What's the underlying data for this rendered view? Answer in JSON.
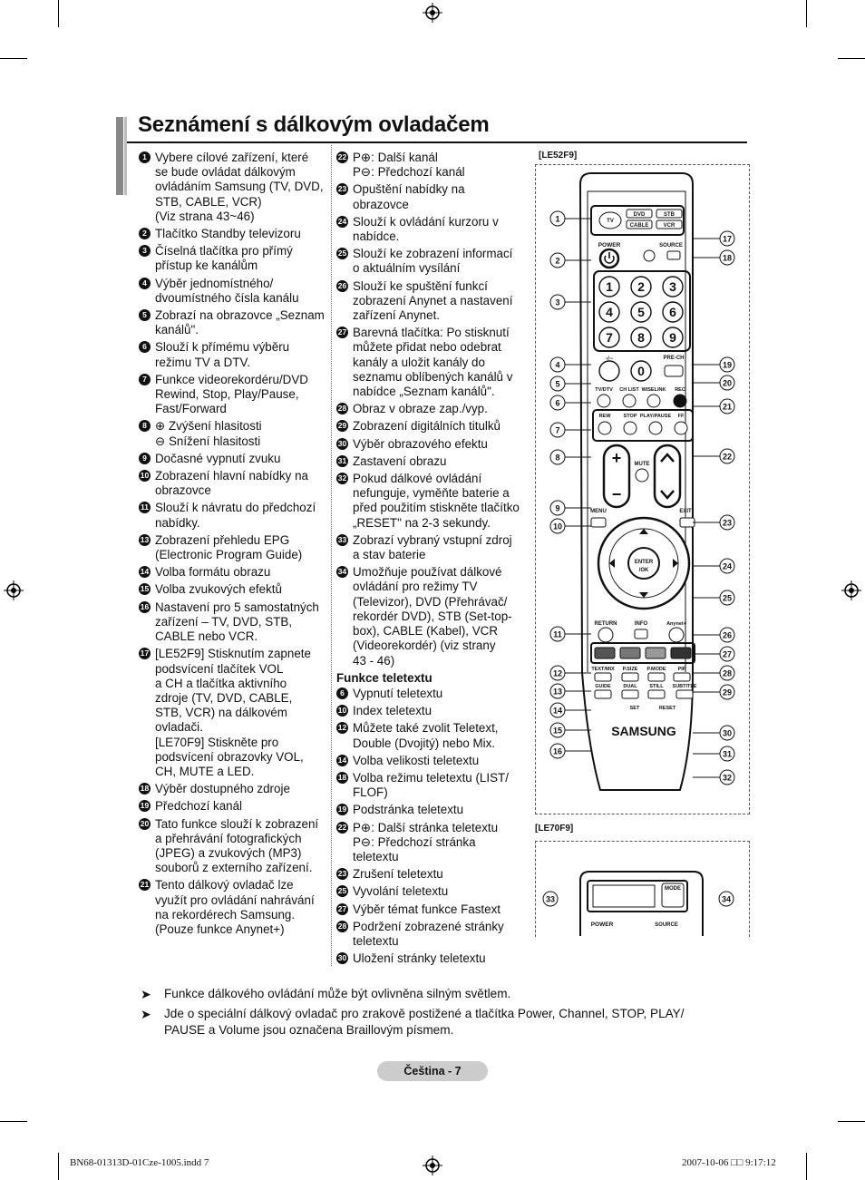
{
  "page": {
    "title": "Seznámení s dálkovým ovladačem",
    "model_top": "[LE52F9]",
    "model_bottom": "[LE70F9]",
    "page_label": "Čeština - 7",
    "footer_file": "BN68-01313D-01Cze-1005.indd   7",
    "footer_date": "2007-10-06   □□ 9:17:12"
  },
  "col1": [
    {
      "n": "1",
      "t": "Vybere cílové zařízení, které\nse bude ovládat dálkovým\novládáním Samsung (TV, DVD,\nSTB, CABLE, VCR)\n(Viz strana 43~46)"
    },
    {
      "n": "2",
      "t": "Tlačítko Standby televizoru"
    },
    {
      "n": "3",
      "t": "Číselná tlačítka pro přímý\npřístup ke kanálům"
    },
    {
      "n": "4",
      "t": "Výběr jednomístného/\ndvoumístného čísla kanálu"
    },
    {
      "n": "5",
      "t": "Zobrazí na obrazovce „Seznam\nkanálů\"."
    },
    {
      "n": "6",
      "t": "Slouží k přímému výběru\nrežimu TV a DTV."
    },
    {
      "n": "7",
      "t": "Funkce videorekordéru/DVD\nRewind, Stop, Play/Pause,\nFast/Forward"
    },
    {
      "n": "8",
      "t": "⊕ Zvýšení hlasitosti\n⊖ Snížení hlasitosti"
    },
    {
      "n": "9",
      "t": "Dočasné vypnutí zvuku"
    },
    {
      "n": "10",
      "t": "Zobrazení hlavní nabídky na\nobrazovce"
    },
    {
      "n": "11",
      "t": "Slouží k návratu do předchozí\nnabídky."
    },
    {
      "n": "13",
      "t": "Zobrazení přehledu EPG\n(Electronic Program Guide)"
    },
    {
      "n": "14",
      "t": "Volba formátu obrazu"
    },
    {
      "n": "15",
      "t": "Volba zvukových efektů"
    },
    {
      "n": "16",
      "t": "Nastavení pro 5 samostatných\nzařízení – TV, DVD, STB,\nCABLE nebo VCR."
    },
    {
      "n": "17",
      "t": "[LE52F9] Stisknutím zapnete\npodsvícení tlačítek VOL\na CH a tlačítka aktivního\nzdroje (TV, DVD, CABLE,\nSTB, VCR) na dálkovém\novladači.\n[LE70F9] Stiskněte pro\npodsvícení obrazovky VOL,\nCH, MUTE a LED."
    },
    {
      "n": "18",
      "t": "Výběr dostupného zdroje"
    },
    {
      "n": "19",
      "t": "Předchozí kanál"
    },
    {
      "n": "20",
      "t": "Tato funkce slouží k zobrazení\na přehrávání fotografických\n(JPEG) a zvukových (MP3)\nsouborů z externího zařízení."
    },
    {
      "n": "21",
      "t": "Tento dálkový ovladač lze\nvyužít pro ovládání nahrávání\nna rekordérech Samsung.\n(Pouze funkce Anynet+)"
    }
  ],
  "col2": [
    {
      "n": "22",
      "t": "P⊕: Další kanál\nP⊖: Předchozí kanál"
    },
    {
      "n": "23",
      "t": "Opuštění nabídky na\nobrazovce"
    },
    {
      "n": "24",
      "t": "Slouží k ovládání kurzoru v\nnabídce."
    },
    {
      "n": "25",
      "t": "Slouží ke zobrazení informací\no aktuálním vysílání"
    },
    {
      "n": "26",
      "t": "Slouží ke spuštění funkcí\nzobrazení Anynet a nastavení\nzařízení Anynet."
    },
    {
      "n": "27",
      "t": "Barevná tlačítka: Po stisknutí\nmůžete přidat nebo odebrat\nkanály a uložit kanály do\nseznamu oblíbených kanálů v\nnabídce „Seznam kanálů\"."
    },
    {
      "n": "28",
      "t": "Obraz v obraze zap./vyp."
    },
    {
      "n": "29",
      "t": "Zobrazení digitálních titulků"
    },
    {
      "n": "30",
      "t": "Výběr obrazového efektu"
    },
    {
      "n": "31",
      "t": "Zastavení obrazu"
    },
    {
      "n": "32",
      "t": "Pokud dálkové ovládání\nnefunguje, vyměňte baterie a\npřed použitím stiskněte tlačítko\n„RESET\" na 2-3 sekundy."
    },
    {
      "n": "33",
      "t": "Zobrazí vybraný vstupní zdroj\na stav baterie"
    },
    {
      "n": "34",
      "t": "Umožňuje používat dálkové\novládání pro režimy TV\n(Televizor), DVD (Přehrávač/\nrekordér DVD), STB (Set-top-\nbox), CABLE (Kabel), VCR\n(Videorekordér) (viz strany\n43 - 46)"
    }
  ],
  "teletext_heading": "Funkce teletextu",
  "teletext": [
    {
      "n": "6",
      "t": "Vypnutí teletextu"
    },
    {
      "n": "10",
      "t": "Index teletextu"
    },
    {
      "n": "12",
      "t": "Můžete také zvolit Teletext,\nDouble (Dvojitý) nebo Mix."
    },
    {
      "n": "14",
      "t": "Volba velikosti teletextu"
    },
    {
      "n": "18",
      "t": "Volba režimu teletextu (LIST/\nFLOF)"
    },
    {
      "n": "19",
      "t": "Podstránka teletextu"
    },
    {
      "n": "22",
      "t": "P⊕: Další stránka teletextu\nP⊖: Předchozí stránka\nteletextu"
    },
    {
      "n": "23",
      "t": "Zrušení teletextu"
    },
    {
      "n": "25",
      "t": "Vyvolání teletextu"
    },
    {
      "n": "27",
      "t": "Výběr témat funkce Fastext"
    },
    {
      "n": "28",
      "t": "Podržení zobrazené stránky\nteletextu"
    },
    {
      "n": "30",
      "t": "Uložení stránky teletextu"
    }
  ],
  "notes": [
    "Funkce dálkového ovládání může být ovlivněna silným světlem.",
    "Jde o speciální dálkový ovladač pro zrakově postižené a tlačítka Power, Channel, STOP, PLAY/\nPAUSE a Volume jsou označena Braillovým písmem."
  ],
  "remote": {
    "source_buttons": [
      "TV",
      "DVD",
      "STB",
      "CABLE",
      "VCR"
    ],
    "digits": [
      "1",
      "2",
      "3",
      "4",
      "5",
      "6",
      "7",
      "8",
      "9",
      "0"
    ],
    "labels": {
      "power": "POWER",
      "source": "SOURCE",
      "prech": "PRE-CH",
      "dash": "-/--",
      "tvdtv": "TV/DTV",
      "chlist": "CH LIST",
      "wiselink": "WISELINK",
      "rec": "REC",
      "rew": "REW",
      "stop": "STOP",
      "playpause": "PLAY/PAUSE",
      "ff": "FF",
      "mute": "MUTE",
      "menu": "MENU",
      "exit": "EXIT",
      "enter": "ENTER\n/OK",
      "return": "RETURN",
      "info": "INFO",
      "anynet": "Anynet+",
      "textmix": "TEXT/MIX",
      "psize": "P.SIZE",
      "pmode": "P.MODE",
      "pip": "PIP",
      "guide": "GUIDE",
      "dual": "DUAL",
      "still": "STILL",
      "subtitle": "SUBTITLE",
      "set": "SET",
      "reset": "RESET",
      "brand": "SAMSUNG",
      "mode": "MODE"
    },
    "callouts_left": [
      "1",
      "2",
      "3",
      "4",
      "5",
      "6",
      "7",
      "8",
      "9",
      "10",
      "11",
      "12",
      "13",
      "14",
      "15",
      "16"
    ],
    "callouts_right": [
      "17",
      "18",
      "19",
      "20",
      "21",
      "22",
      "23",
      "24",
      "25",
      "26",
      "27",
      "28",
      "29",
      "30",
      "31",
      "32"
    ],
    "callouts_bottom": [
      "33",
      "34"
    ],
    "colors": {
      "red": "#555",
      "green": "#777",
      "yellow": "#999",
      "blue": "#333"
    }
  }
}
